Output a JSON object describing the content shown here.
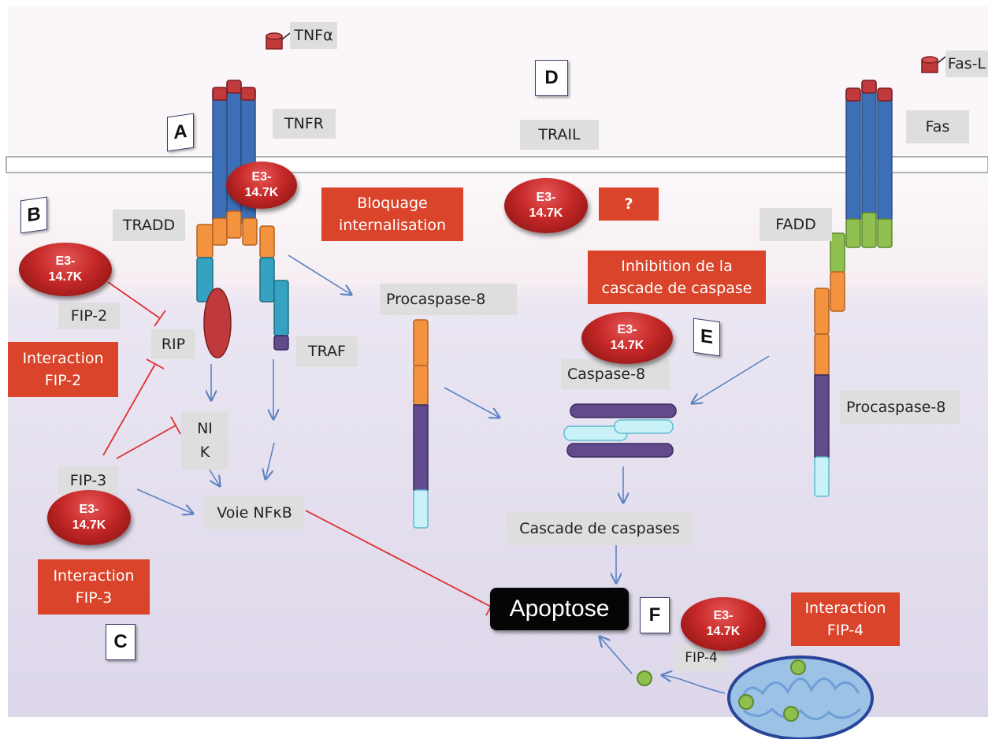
{
  "labels": {
    "tnfa": "TNFα",
    "tnfr": "TNFR",
    "trail": "TRAIL",
    "fasl": "Fas-L",
    "fas": "Fas",
    "tradd": "TRADD",
    "fadd": "FADD",
    "fip2": "FIP-2",
    "rip": "RIP",
    "traf": "TRAF",
    "nik_line1": "NI",
    "nik_line2": "K",
    "fip3": "FIP-3",
    "voie": "Voie NFκB",
    "procaspase8_center": "Procaspase-8",
    "procaspase8_right": "Procaspase-8",
    "caspase8": "Caspase-8",
    "cascade": "Cascade de caspases",
    "fip4": "FIP-4",
    "apoptose": "Apoptose"
  },
  "letters": {
    "a": "A",
    "b": "B",
    "c": "C",
    "d": "D",
    "e": "E",
    "f": "F"
  },
  "red_boxes": {
    "bloquage": [
      "Bloquage",
      "internalisation"
    ],
    "question": "?",
    "inhibition": [
      "Inhibition de la",
      "cascade de caspase"
    ],
    "fip2": [
      "Interaction",
      "FIP-2"
    ],
    "fip3": [
      "Interaction",
      "FIP-3"
    ],
    "fip4": [
      "Interaction",
      "FIP-4"
    ]
  },
  "protein": [
    "E3-",
    "14.7K"
  ],
  "colors": {
    "receptor_blue": "#3d6fb6",
    "cap_red": "#c0393b",
    "orange": "#f3923f",
    "teal": "#34a2c0",
    "purple": "#614b8c",
    "light_cyan": "#c8f1f8",
    "green": "#8fbf4f",
    "red_box": "#d9442a",
    "arrow_blue": "#5b83c3",
    "inhibit_red": "#e03030"
  }
}
